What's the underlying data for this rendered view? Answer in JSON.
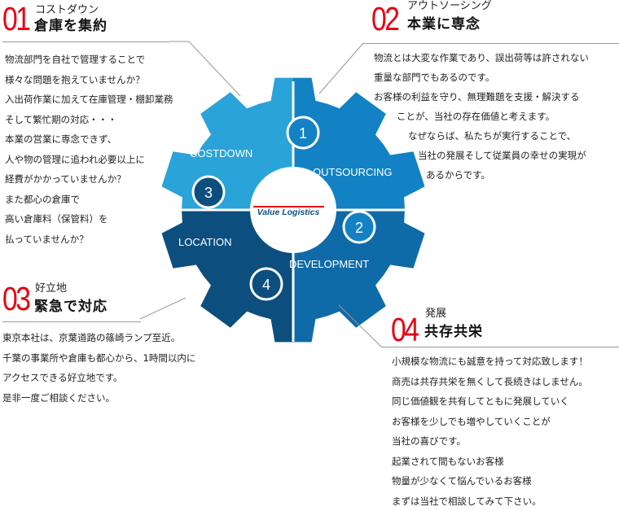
{
  "colors": {
    "accent_red": "#e60012",
    "costdown": "#2aa3d8",
    "outsourcing": "#1382c4",
    "development": "#0f6ba8",
    "location": "#0c4f7e"
  },
  "center_logo": "Value Logistics",
  "segments": [
    {
      "label": "COSTDOWN",
      "number": "3"
    },
    {
      "label": "OUTSOURCING",
      "number": "1"
    },
    {
      "label": "DEVELOPMENT",
      "number": "2"
    },
    {
      "label": "LOCATION",
      "number": "4"
    }
  ],
  "sections": {
    "s01": {
      "number": "01",
      "subtitle": "コストダウン",
      "title": "倉庫を集約",
      "lines": [
        "物流部門を自社で管理することで",
        "様々な問題を抱えていませんか？",
        "入出荷作業に加えて在庫管理・棚卸業務",
        "そして繁忙期の対応・・・",
        "本業の営業に専念できず、",
        "人や物の管理に追われ必要以上に",
        "経費がかかっていませんか？",
        "また都心の倉庫で",
        "高い倉庫料（保管料）を",
        "払っていませんか？"
      ]
    },
    "s02": {
      "number": "02",
      "subtitle": "アウトソーシング",
      "title": "本業に専念",
      "lines": [
        "物流とは大変な作業であり、誤出荷等は許されない",
        "重量な部門でもあるのです。",
        "お客様の利益を守り、無理難題を支援・解決する",
        "ことが、当社の存在価値と考えます。",
        "なぜならば、私たちが実行することで、",
        "当社の発展そして従業員の幸せの実現が",
        "あるからです。"
      ]
    },
    "s03": {
      "number": "03",
      "subtitle": "好立地",
      "title": "緊急で対応",
      "lines": [
        "東京本社は、京葉道路の篠崎ランプ至近。",
        "千葉の事業所や倉庫も都心から、1時間以内に",
        "アクセスできる好立地です。",
        "是非一度ご相談ください。"
      ]
    },
    "s04": {
      "number": "04",
      "subtitle": "発展",
      "title": "共存共栄",
      "lines": [
        "小規模な物流にも誠意を持って対応致します！",
        "商売は共存共栄を無くして長続きはしません。",
        "同じ価値観を共有してともに発展していく",
        "お客様を少しでも増やしていくことが",
        "当社の喜びです。",
        "起業されて間もないお客様",
        "物量が少なくて悩んでいるお客様",
        "まずは当社で相談してみて下さい。"
      ]
    }
  }
}
